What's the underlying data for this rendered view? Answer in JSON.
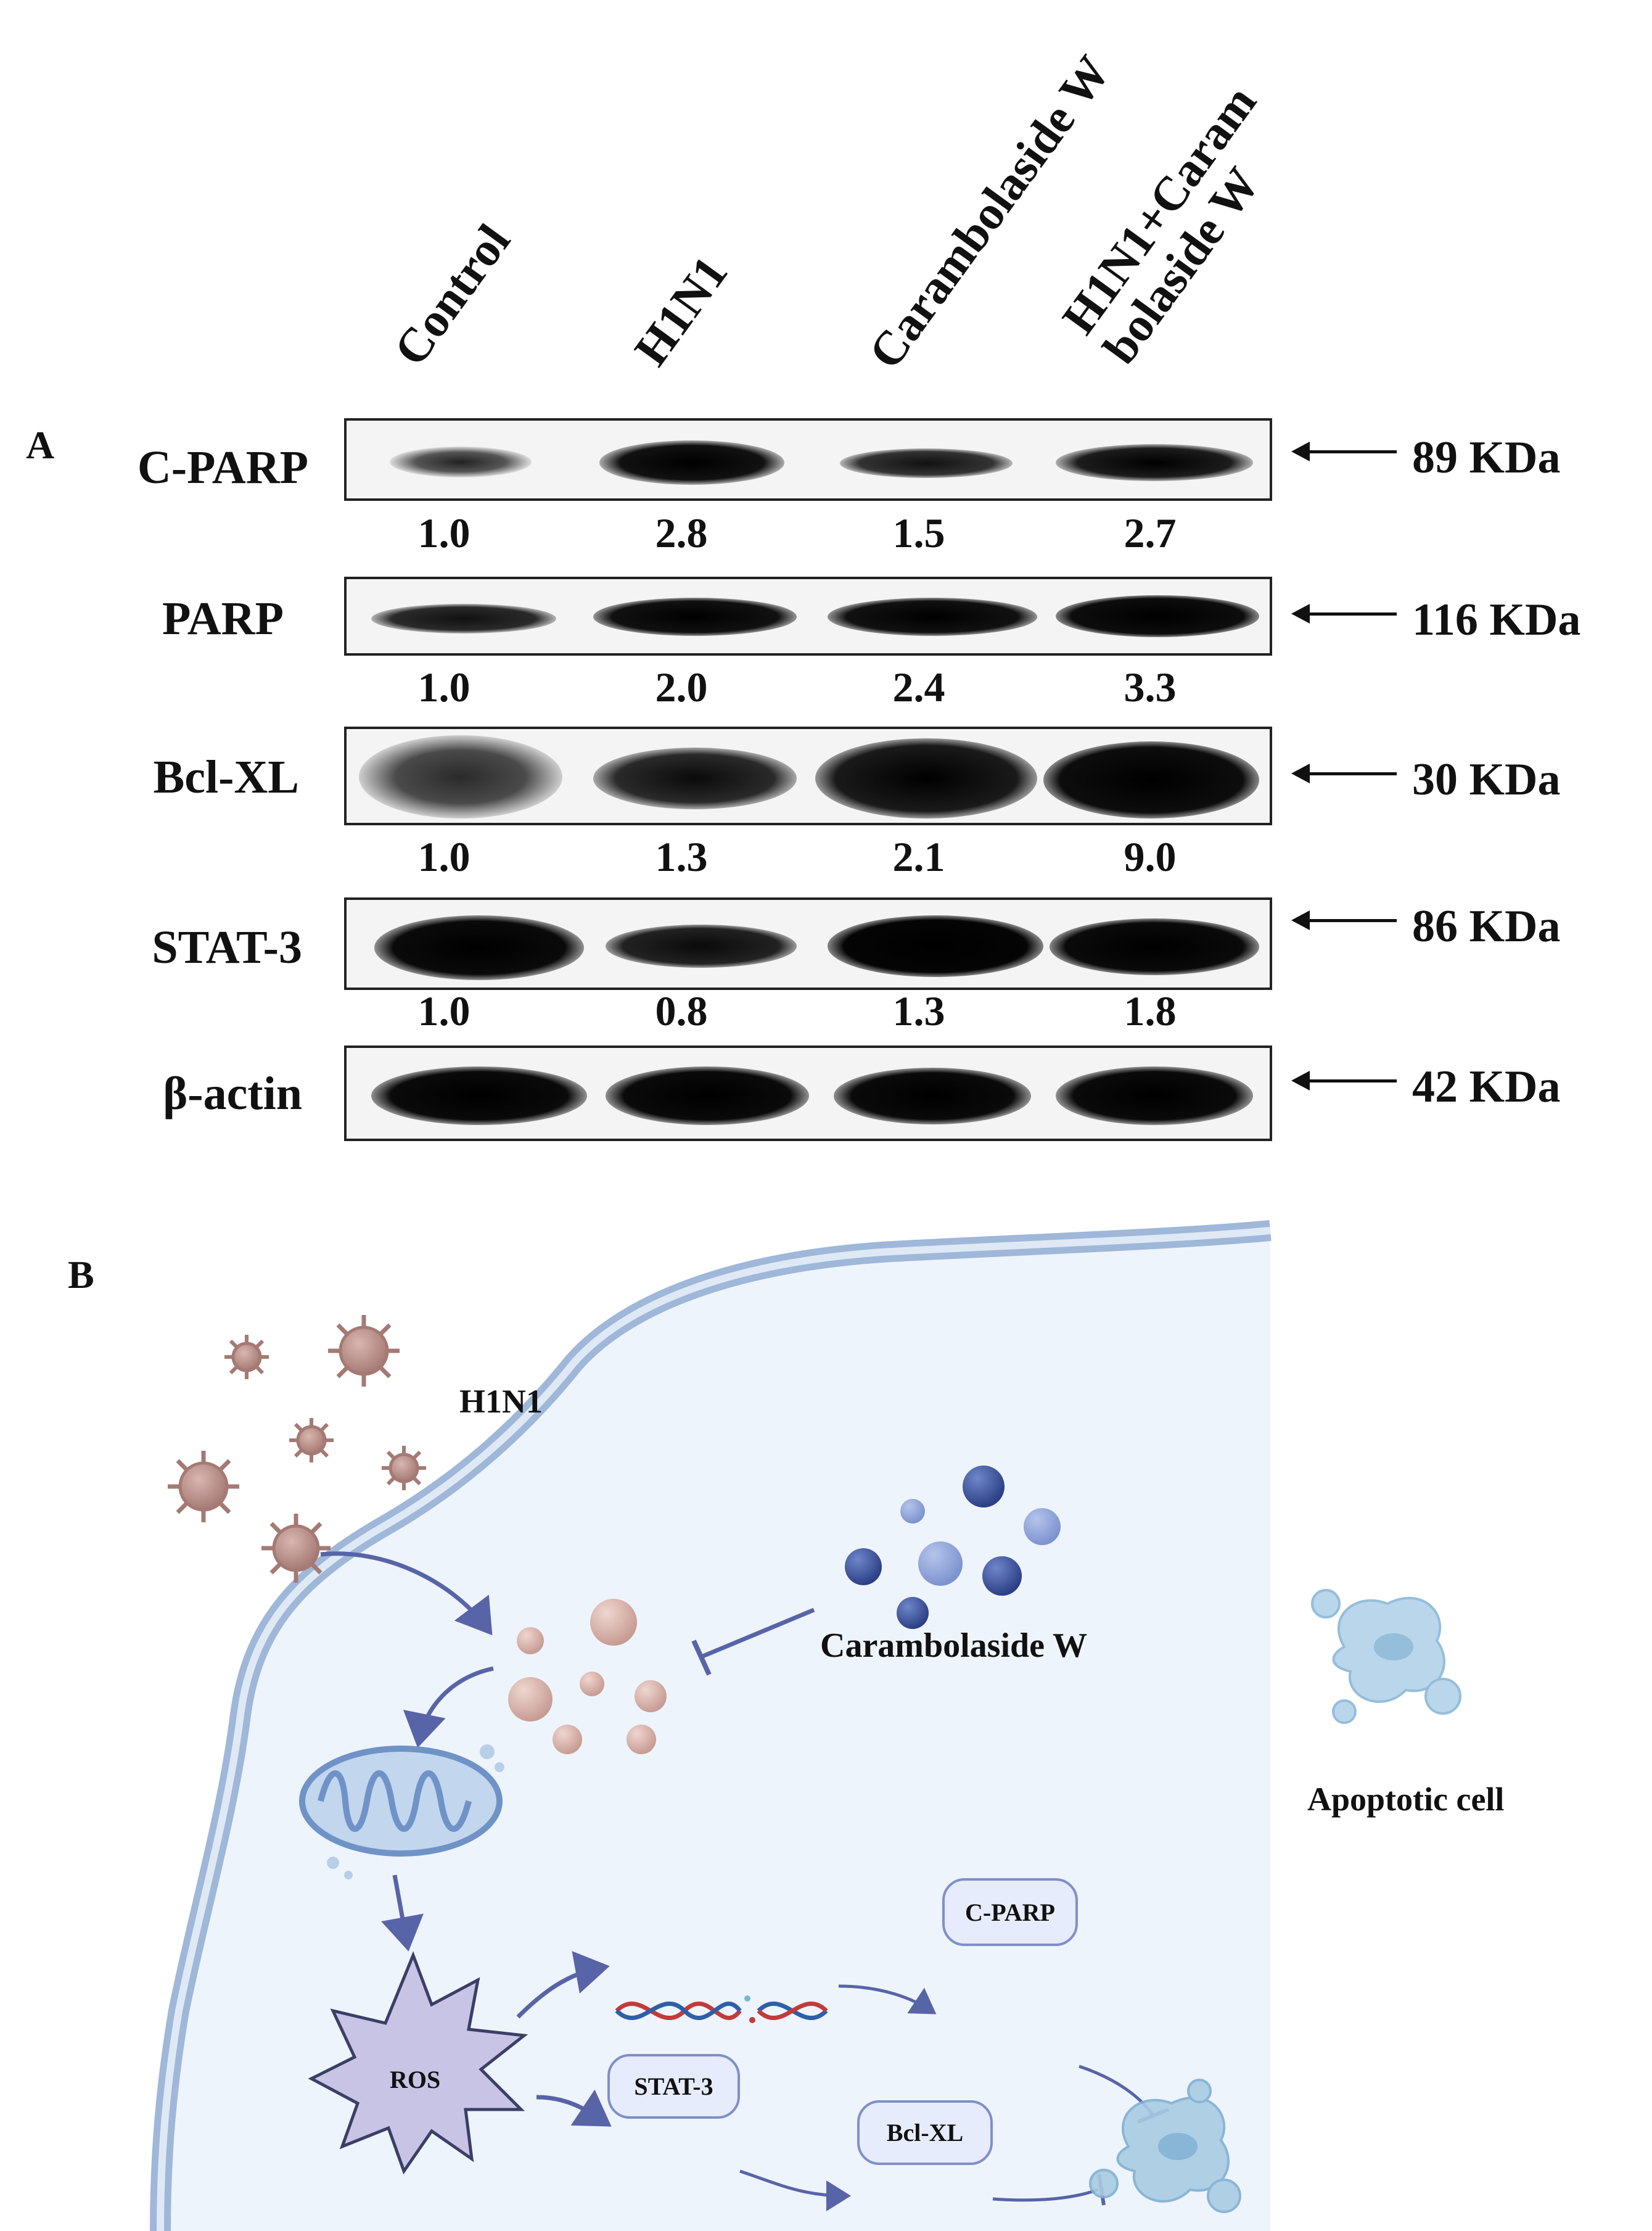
{
  "panel_a": {
    "letter": "A",
    "lanes": [
      "Control",
      "H1N1",
      "Carambolaside W",
      "H1N1+Caram\nbolaside W"
    ],
    "blots": [
      {
        "protein": "C-PARP",
        "kda": "89 KDa",
        "values": [
          "1.0",
          "2.8",
          "1.5",
          "2.7"
        ]
      },
      {
        "protein": "PARP",
        "kda": "116 KDa",
        "values": [
          "1.0",
          "2.0",
          "2.4",
          "3.3"
        ]
      },
      {
        "protein": "Bcl-XL",
        "kda": "30 KDa",
        "values": [
          "1.0",
          "1.3",
          "2.1",
          "9.0"
        ]
      },
      {
        "protein": "STAT-3",
        "kda": "86 KDa",
        "values": [
          "1.0",
          "0.8",
          "1.3",
          "1.8"
        ]
      },
      {
        "protein": "β-actin",
        "kda": "42 KDa",
        "values": []
      }
    ]
  },
  "panel_b": {
    "letter": "B",
    "virus_label": "H1N1",
    "drug_label": "Carambolaside W",
    "apoptotic_label": "Apoptotic cell",
    "ros_label": "ROS",
    "cparp_label": "C-PARP",
    "stat3_label": "STAT-3",
    "bclxl_label": "Bcl-XL"
  },
  "colors": {
    "membrane": "#9fb7d8",
    "cytoplasm": "#eef4fb",
    "virus": "#b48a84",
    "drug": "#3b4f97",
    "arrow": "#5864a8",
    "ros_fill": "#c8c4e6"
  }
}
